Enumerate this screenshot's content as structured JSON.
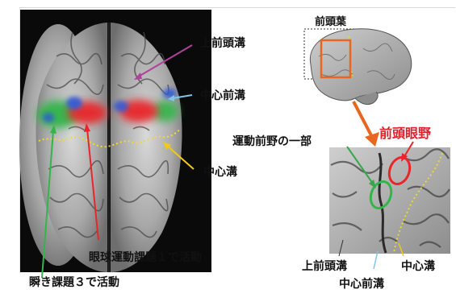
{
  "labels": {
    "superior_frontal_sulcus": "上前頭溝",
    "precentral_sulcus": "中心前溝",
    "central_sulcus": "中心溝",
    "frontal_lobe": "前頭葉",
    "frontal_eye_field": "前頭眼野",
    "part_of_premotor_area": "運動前野の一部",
    "eye_movement_task": "眼球運動課題１で活動",
    "blink_task": "瞬き課題３で活動",
    "inset_superior_frontal_sulcus": "上前頭溝",
    "inset_central_sulcus": "中心溝",
    "inset_precentral_sulcus": "中心前溝"
  },
  "colors": {
    "frontal_eye_field_text": "#e0202a",
    "activation_red": "#e8262a",
    "activation_blue": "#2f59d8",
    "activation_green": "#32b54a",
    "arrow_purple": "#b0409c",
    "arrow_cyan": "#7fc6e6",
    "arrow_yellow": "#f2c81a",
    "arrow_orange": "#e8661f",
    "arrow_green": "#39a64a"
  }
}
